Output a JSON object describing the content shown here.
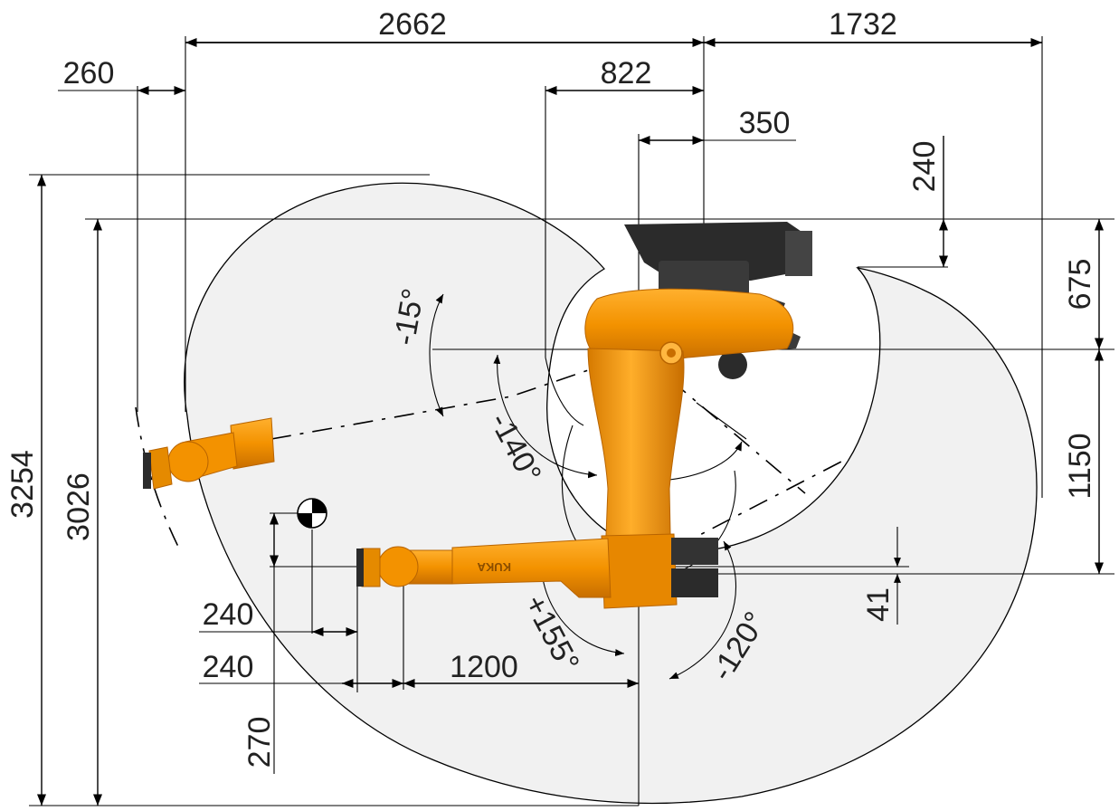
{
  "colors": {
    "robot_orange": "#f39200",
    "robot_orange_dark": "#c86e00",
    "robot_black": "#2b2b2b",
    "envelope_fill": "#f1f1f1",
    "line": "#000000",
    "text": "#222222"
  },
  "dimensions": {
    "top_2662": "2662",
    "top_1732": "1732",
    "top_260": "260",
    "top_822": "822",
    "top_350": "350",
    "right_240": "240",
    "right_675": "675",
    "right_1150": "1150",
    "right_41": "41",
    "left_3254": "3254",
    "left_3026": "3026",
    "bottom_240_a": "240",
    "bottom_240_b": "240",
    "bottom_1200": "1200",
    "bottom_270": "270"
  },
  "angles": {
    "minus_15": "-15°",
    "minus_140": "-140°",
    "plus_155": "+155°",
    "minus_120": "-120°"
  },
  "logo_text": "KUKA"
}
